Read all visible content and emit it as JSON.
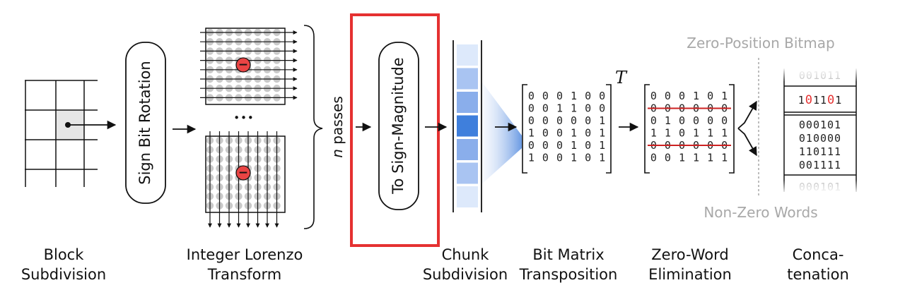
{
  "captions": {
    "block": [
      "Block",
      "Subdivision"
    ],
    "lorenzo": [
      "Integer Lorenzo",
      "Transform"
    ],
    "chunk": [
      "Chunk",
      "Subdivision"
    ],
    "transpose": [
      "Bit Matrix",
      "Transposition"
    ],
    "zero_word": [
      "Zero-Word",
      "Elimination"
    ],
    "concat": [
      "Conca-",
      "tenation"
    ]
  },
  "boxes": {
    "sign_bit_rotation": "Sign Bit Rotation",
    "sign_magnitude": "To Sign-Magnitude"
  },
  "passes": {
    "n": "n",
    "text": " passes"
  },
  "ellipsis": "•••",
  "minus_symbol": "−",
  "transpose_symbol": "T",
  "labels": {
    "bitmap": "Zero-Position Bitmap",
    "nonzero": "Non-Zero Words"
  },
  "matrix_transposed": [
    "000100",
    "001100",
    "000001",
    "100101",
    "000101",
    "100101"
  ],
  "matrix_elimination": [
    "000101",
    "000000",
    "010000",
    "110111",
    "000000",
    "001111"
  ],
  "struck_rows": [
    1,
    4
  ],
  "concat_top_fade": "001011",
  "concat_bitmap": "101101",
  "concat_bitmap_highlight": [
    1,
    4
  ],
  "concat_words": [
    "000101",
    "010000",
    "110111",
    "001111"
  ],
  "concat_bottom_fade": "000101",
  "chunk_shades": [
    "#dde9fb",
    "#a9c4f2",
    "#8aaeeb",
    "#3f7fdc",
    "#8aaeeb",
    "#a9c4f2",
    "#dde9fb"
  ],
  "colors": {
    "highlight_frame": "#e53131",
    "minus_fill": "#e94444",
    "strike": "#cc2222",
    "dot_fill": "#c9c9c9",
    "faded_text": "#a8a8a8"
  }
}
